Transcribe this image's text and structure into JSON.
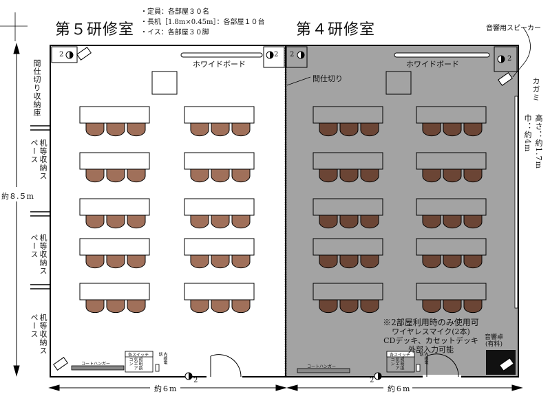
{
  "rooms": {
    "room5_title": "第５研修室",
    "room4_title": "第４研修室",
    "room5_fill": "#ffffff",
    "room4_fill": "#a3a3a3",
    "chair_color_room5": "#a0705a",
    "chair_color_room4": "#6b4535"
  },
  "info": {
    "capacity": "・定員：各部屋３０名",
    "desks": "・長机［1.8m×0.45m］：各部屋１０台",
    "chairs": "・イス：各部屋３０脚"
  },
  "labels": {
    "whiteboard": "ホワイドボード",
    "partition": "間仕切り",
    "speaker": "音響用スピーカー",
    "mirror": "カガミ",
    "mirror_dims": "高さ：約1.7m　巾：約4m",
    "partition_storage": "間仕切り収納庫",
    "desk_storage": "机等収納スペース",
    "coat_hanger": "コートハンガー",
    "switch_title": "各スイッチ",
    "switch_items": "照明換気エアコン",
    "intercom": "内線電話",
    "outlet_count": "2"
  },
  "dimensions": {
    "height": "約８.５m",
    "width": "約６m"
  },
  "notes": {
    "both_rooms": "※2部屋利用時のみ使用可",
    "wireless_mic": "ワイヤレスマイク(2本)",
    "cd_deck": "CDデッキ、カセットデッキ",
    "external_input": "外部入力可能",
    "audio_desk": "音響卓",
    "audio_desk_fee": "(有料)"
  }
}
